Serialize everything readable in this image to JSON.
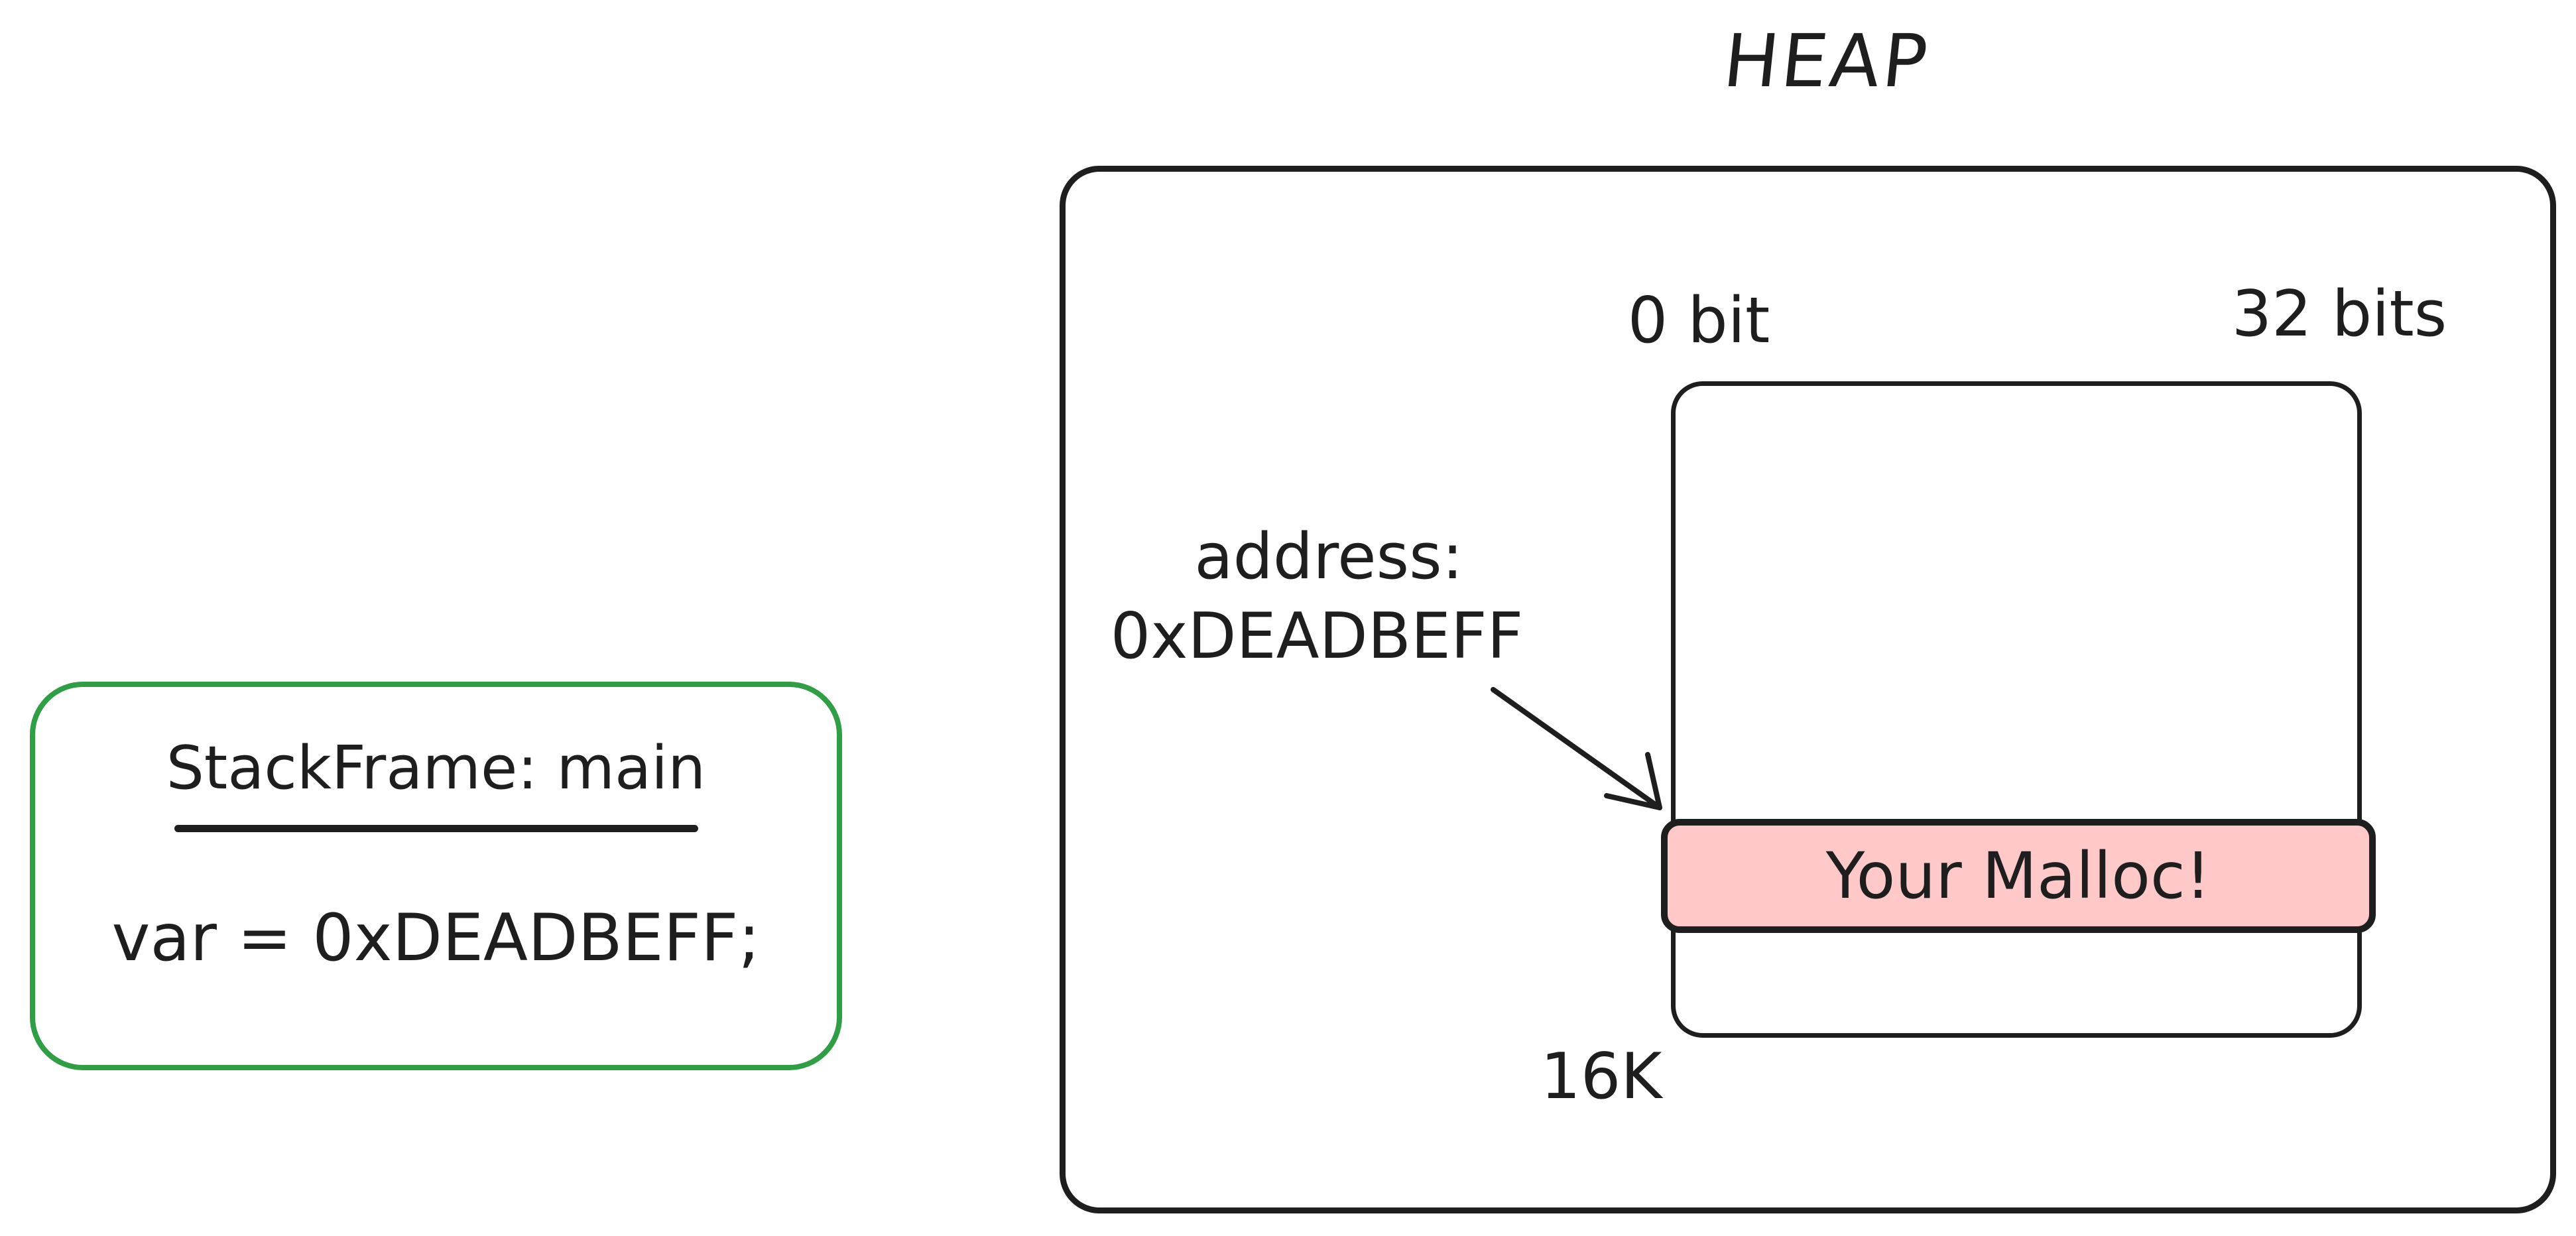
{
  "colors": {
    "stroke": "#1e1e1e",
    "green": "#2f9e44",
    "pink_fill": "#ffc9c9",
    "bg": "#ffffff"
  },
  "stack_frame": {
    "title": "StackFrame: main",
    "code": "var = 0xDEADBEFF;"
  },
  "heap": {
    "title": "HEAP",
    "bit_start_label": "0 bit",
    "bit_end_label": "32 bits",
    "address_line1": "address:",
    "address_line2": "0xDEADBEFF",
    "malloc_label": "Your Malloc!",
    "size_label": "16K"
  }
}
